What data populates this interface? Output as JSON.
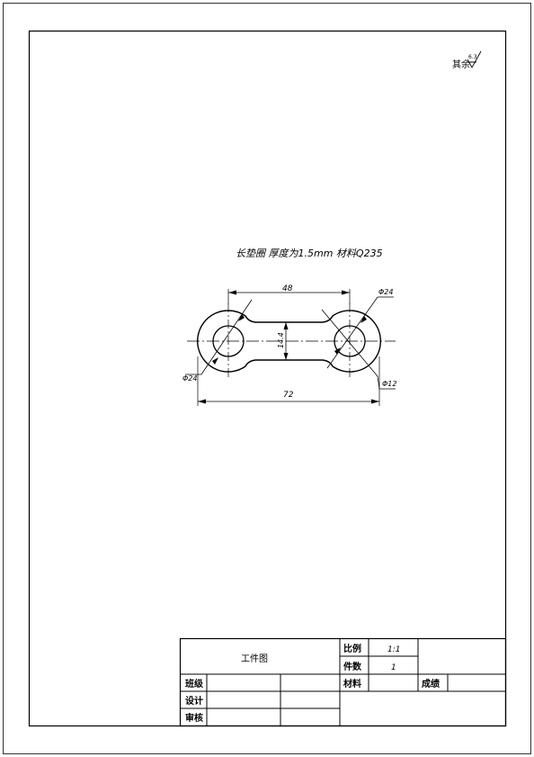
{
  "surface_note": {
    "text": "其余",
    "roughness": "6.3"
  },
  "part_caption": "长垫圈 厚度为1.5mm   材料Q235",
  "dimensions": {
    "center_distance": "48",
    "overall_length": "72",
    "web_width": "14.4",
    "dia_outer_right": "Φ24",
    "dia_outer_left": "Φ24",
    "dia_hole": "Φ12"
  },
  "title_block": {
    "drawing_name": "工件图",
    "scale_label": "比例",
    "scale_value": "1:1",
    "qty_label": "件数",
    "qty_value": "1",
    "class_label": "班级",
    "material_label": "材料",
    "grade_label": "成绩",
    "design_label": "设计",
    "review_label": "审核"
  }
}
